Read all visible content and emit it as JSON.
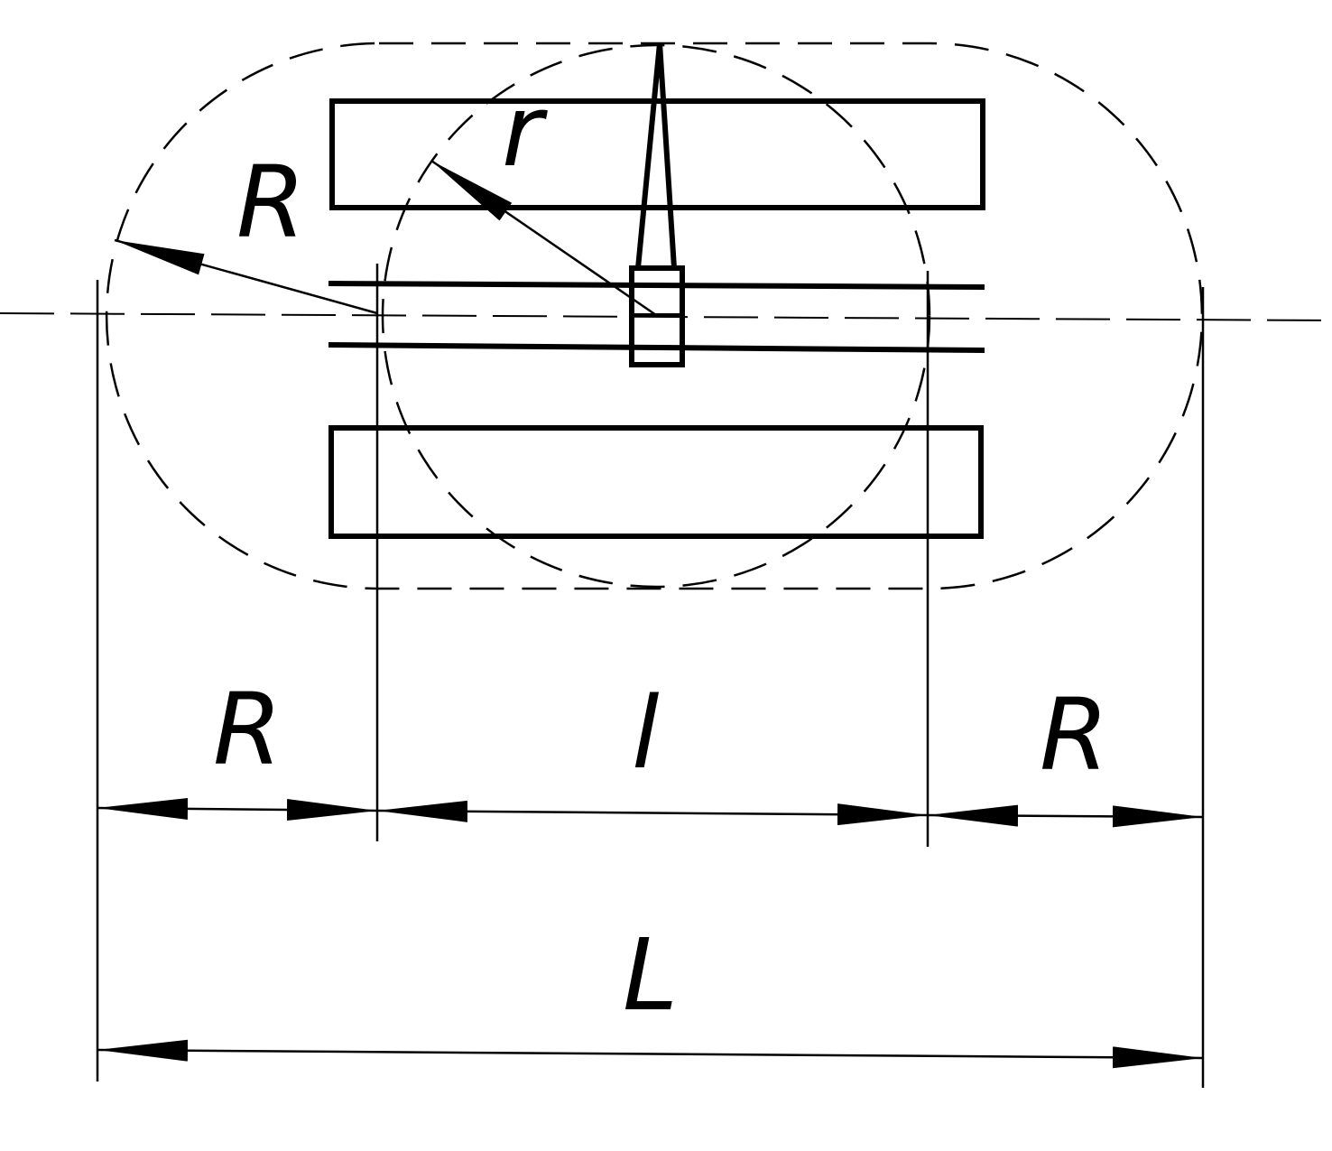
{
  "labels": {
    "outer_radius": "R",
    "inner_radius": "r",
    "left_radius_dim": "R",
    "span_dim": "l",
    "right_radius_dim": "R",
    "total_dim": "L"
  },
  "colors": {
    "ink": "#000000",
    "background": "#ffffff"
  }
}
